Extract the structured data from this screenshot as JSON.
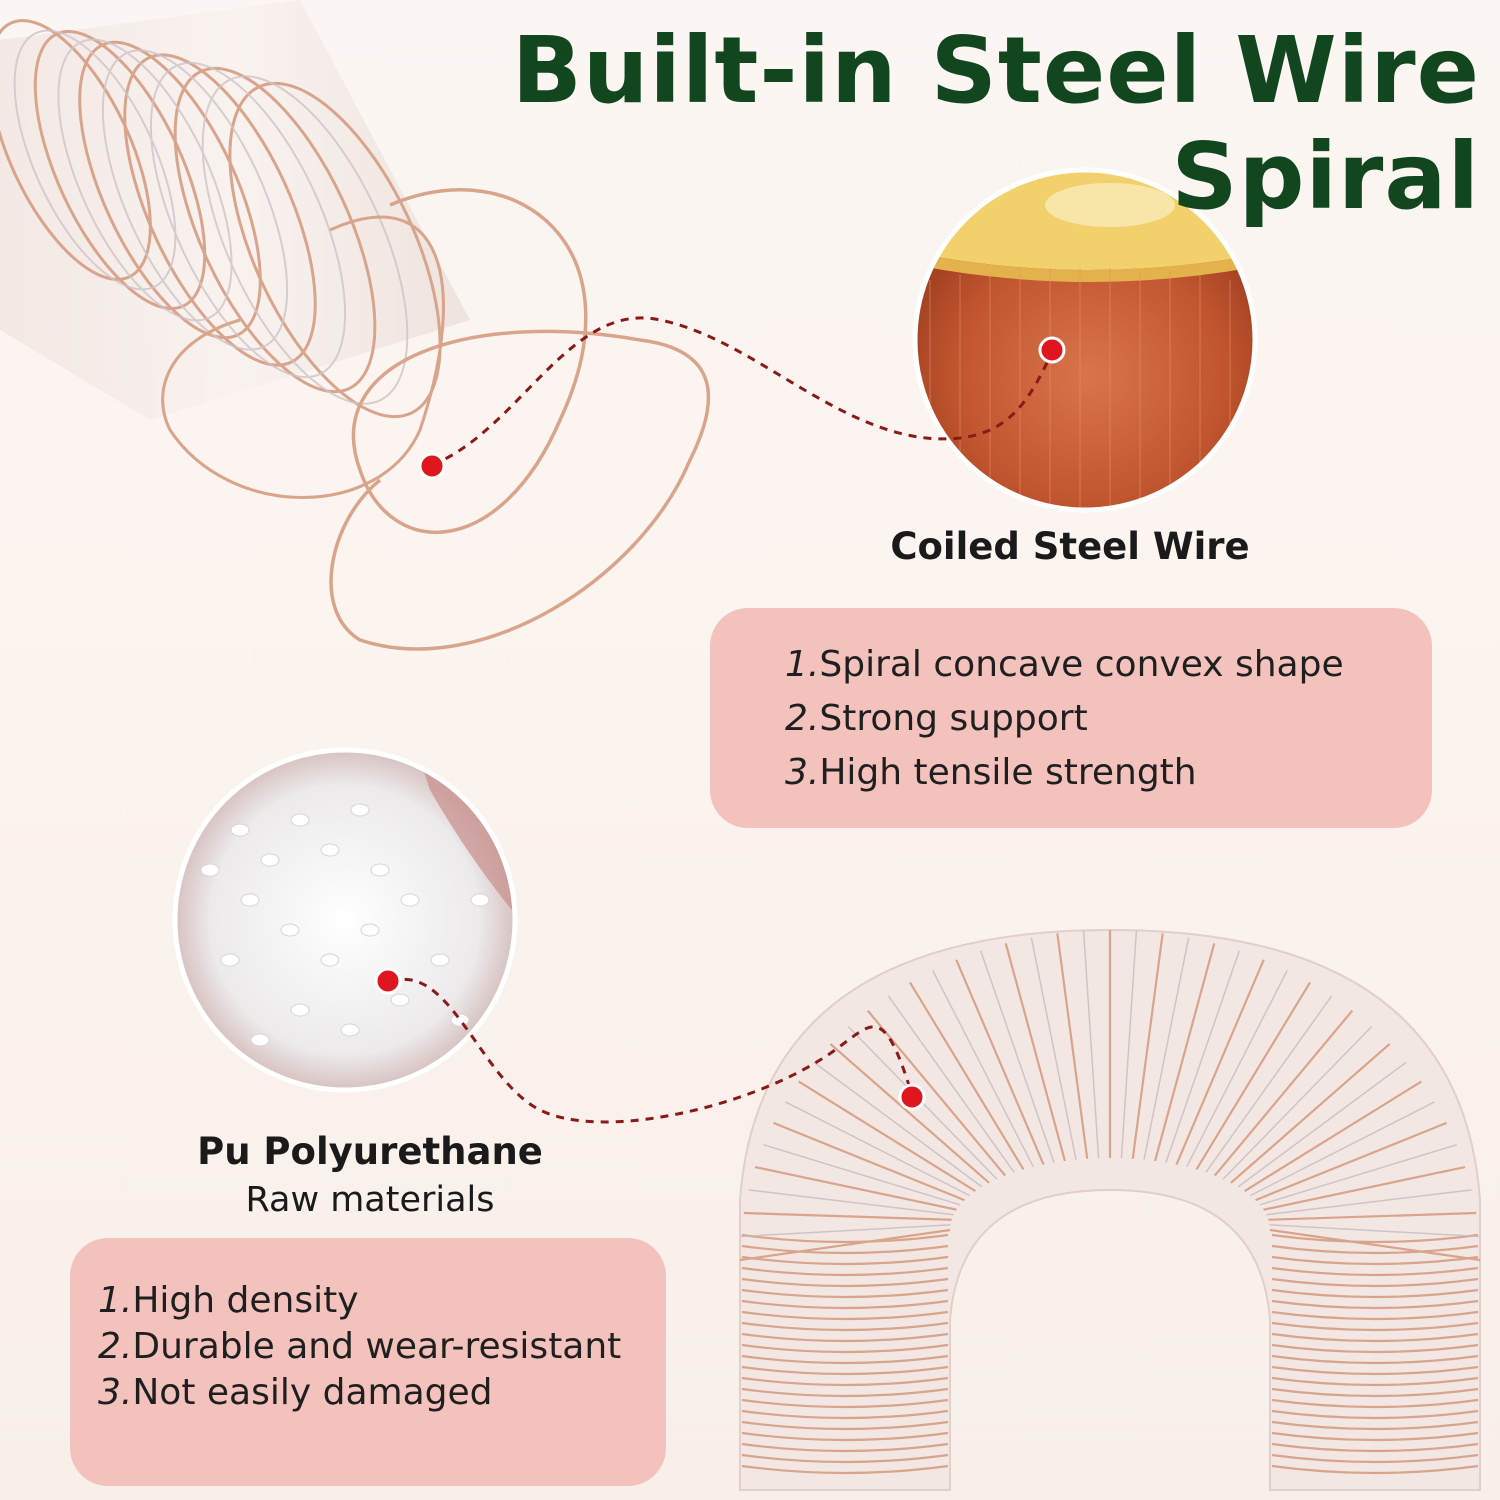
{
  "title": "Built-in Steel Wire Spiral",
  "wire": {
    "label": "Coiled Steel Wire",
    "features": [
      {
        "num": "1.",
        "text": "Spiral concave convex shape"
      },
      {
        "num": "2.",
        "text": "Strong support"
      },
      {
        "num": "3.",
        "text": "High tensile strength"
      }
    ]
  },
  "material": {
    "label": "Pu Polyurethane",
    "sublabel": "Raw materials",
    "features": [
      {
        "num": "1.",
        "text": "High density"
      },
      {
        "num": "2.",
        "text": "Durable and wear-resistant"
      },
      {
        "num": "3.",
        "text": "Not easily damaged"
      }
    ]
  },
  "colors": {
    "title": "#12461f",
    "box": "#f4c2bd",
    "marker": "#e0161e",
    "dashed_line": "#8a1a1a",
    "wire": "#d8a48a"
  },
  "images": [
    "spiral-hose-photo",
    "copper-wire-spool-photo",
    "pu-pellets-photo",
    "arched-hose-photo"
  ]
}
